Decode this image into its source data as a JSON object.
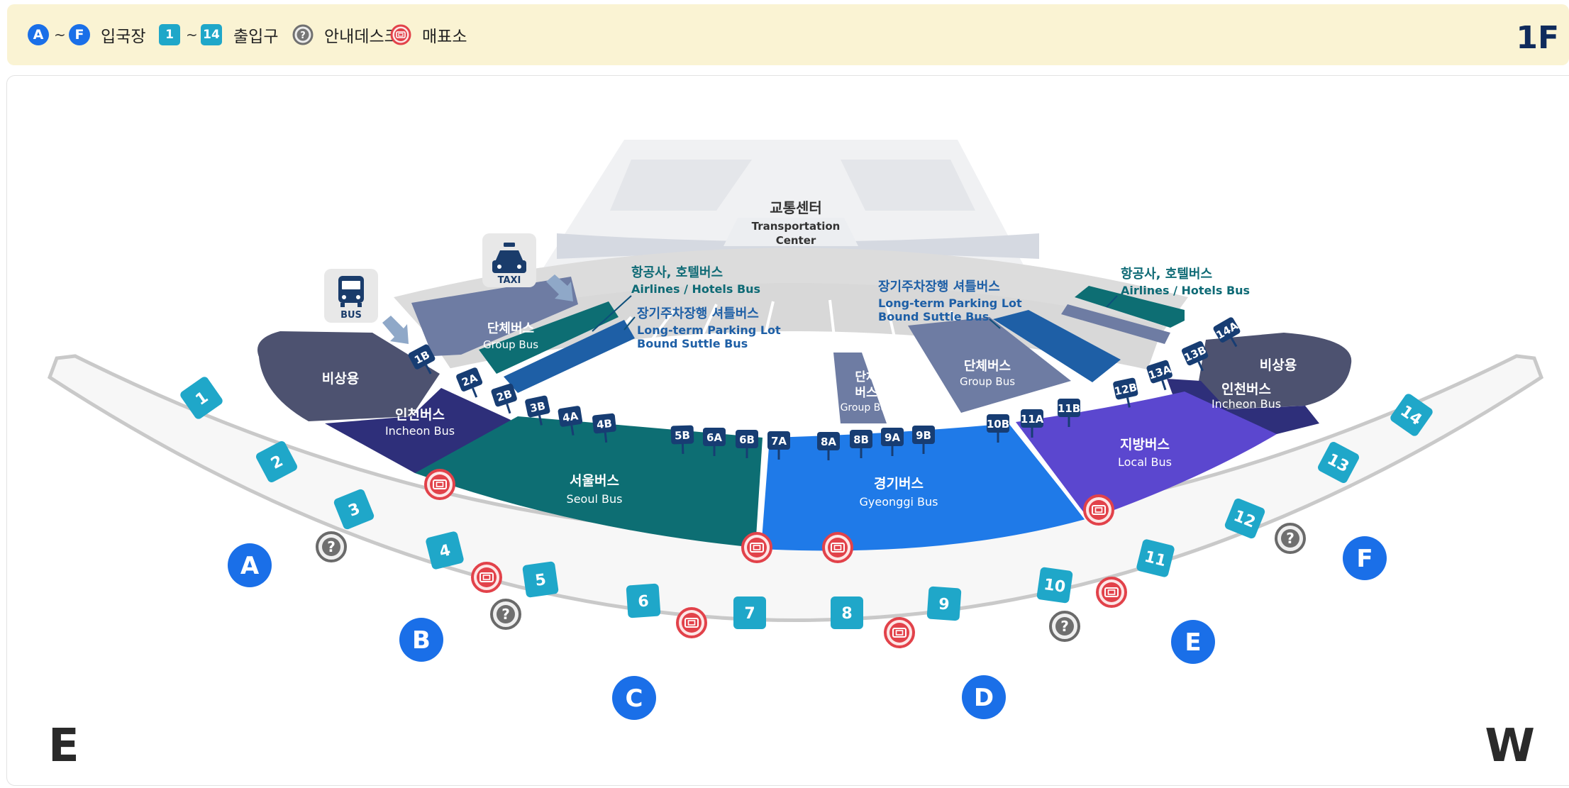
{
  "legend": {
    "gate_from": "A",
    "tilde1": "~",
    "gate_to": "F",
    "gate_label": "입국장",
    "exit_from": "1",
    "tilde2": "~",
    "exit_to": "14",
    "exit_label": "출입구",
    "info_label": "안내데스크",
    "ticket_label": "매표소"
  },
  "floor": "1F",
  "directions": {
    "east": "E",
    "west": "W"
  },
  "transport_center": {
    "ko": "교통센터",
    "en1": "Transportation",
    "en2": "Center"
  },
  "taxi_label": "TAXI",
  "bus_label": "BUS",
  "zones": {
    "emergency_left": "비상용",
    "emergency_right": "비상용",
    "incheon_left_ko": "인천버스",
    "incheon_left_en": "Incheon Bus",
    "incheon_right_ko": "인천버스",
    "incheon_right_en": "Incheon Bus",
    "seoul_ko": "서울버스",
    "seoul_en": "Seoul Bus",
    "gyeonggi_ko": "경기버스",
    "gyeonggi_en": "Gyeonggi Bus",
    "local_ko": "지방버스",
    "local_en": "Local Bus",
    "group_left_ko": "단체버스",
    "group_left_en": "Group Bus",
    "group_mid_ko1": "단체",
    "group_mid_ko2": "버스",
    "group_mid_en": "Group Bus",
    "group_right_ko": "단체버스",
    "group_right_en": "Group Bus"
  },
  "callouts": {
    "airline_left_ko": "항공사, 호텔버스",
    "airline_left_en": "Airlines / Hotels Bus",
    "parking_left_ko": "장기주차장행 셔틀버스",
    "parking_left_en1": "Long-term Parking Lot",
    "parking_left_en2": "Bound Suttle Bus",
    "parking_right_ko": "장기주차장행 셔틀버스",
    "parking_right_en1": "Long-term Parking Lot",
    "parking_right_en2": "Bound Suttle Bus",
    "airline_right_ko": "항공사, 호텔버스",
    "airline_right_en": "Airlines / Hotels Bus"
  },
  "stops": [
    "1B",
    "2A",
    "2B",
    "3B",
    "4A",
    "4B",
    "5B",
    "6A",
    "6B",
    "7A",
    "8A",
    "8B",
    "9A",
    "9B",
    "10B",
    "11A",
    "11B",
    "12B",
    "13A",
    "13B",
    "14A"
  ],
  "exits": [
    "1",
    "2",
    "3",
    "4",
    "5",
    "6",
    "7",
    "8",
    "9",
    "10",
    "11",
    "12",
    "13",
    "14"
  ],
  "gates": [
    "A",
    "B",
    "C",
    "D",
    "E",
    "F"
  ],
  "colors": {
    "gate_blue": "#1a6fe8",
    "exit_teal": "#1fa7c9",
    "stop_navy": "#173d73",
    "seoul_teal": "#0d6e73",
    "gyeonggi_blue": "#1f7ae8",
    "local_purple": "#5b47cf",
    "incheon_navy": "#2e2f7a",
    "emergency_slate": "#4d5270",
    "group_slate": "#6e7ca3",
    "ticket_red": "#e2424a",
    "info_gray": "#707070"
  }
}
